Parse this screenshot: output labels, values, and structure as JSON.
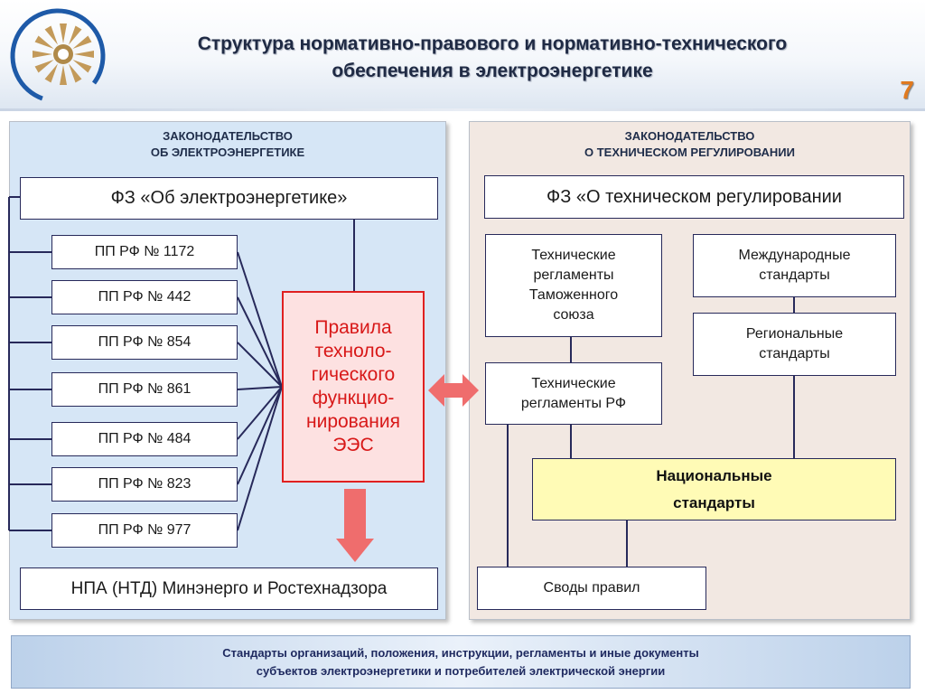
{
  "header": {
    "title": "Структура нормативно-правового и нормативно-технического\nобеспечения в электроэнергетике",
    "page_number": "7"
  },
  "left_panel": {
    "title": "ЗАКОНОДАТЕЛЬСТВО\nОБ ЭЛЕКТРОЭНЕРГЕТИКЕ",
    "law": "ФЗ «Об электроэнергетике»",
    "pp_items": [
      "ПП РФ № 1172",
      "ПП РФ № 442",
      "ПП РФ № 854",
      "ПП РФ № 861",
      "ПП РФ № 484",
      "ПП РФ № 823",
      "ПП РФ № 977"
    ],
    "rules": "Правила\nтехноло-\nгического\nфункцио-\nнирования\nЭЭС",
    "npa": "НПА (НТД)  Минэнерго и Ростехнадзора"
  },
  "right_panel": {
    "title": "ЗАКОНОДАТЕЛЬСТВО\nО ТЕХНИЧЕСКОМ РЕГУЛИРОВАНИИ",
    "law": "ФЗ «О техническом регулировании",
    "tech_reg_customs": "Технические\nрегламенты\nТаможенного\nсоюза",
    "tech_reg_rf": "Технические\nрегламенты РФ",
    "international": "Международные\nстандарты",
    "regional": "Региональные\nстандарты",
    "national": "Национальные\nстандарты",
    "codes": "Своды правил"
  },
  "footer": {
    "text": "Стандарты организаций, положения, инструкции, регламенты   и иные документы\nсубъектов электроэнергетики и потребителей  электрической энергии"
  },
  "colors": {
    "left_panel_bg": "#d6e6f6",
    "right_panel_bg": "#f2e8e2",
    "rules_border": "#e02020",
    "rules_text": "#d81818",
    "arrow": "#ef6d6d",
    "national_bg": "#fffbb6",
    "connector": "#27295a",
    "page_number": "#e07a1f"
  }
}
